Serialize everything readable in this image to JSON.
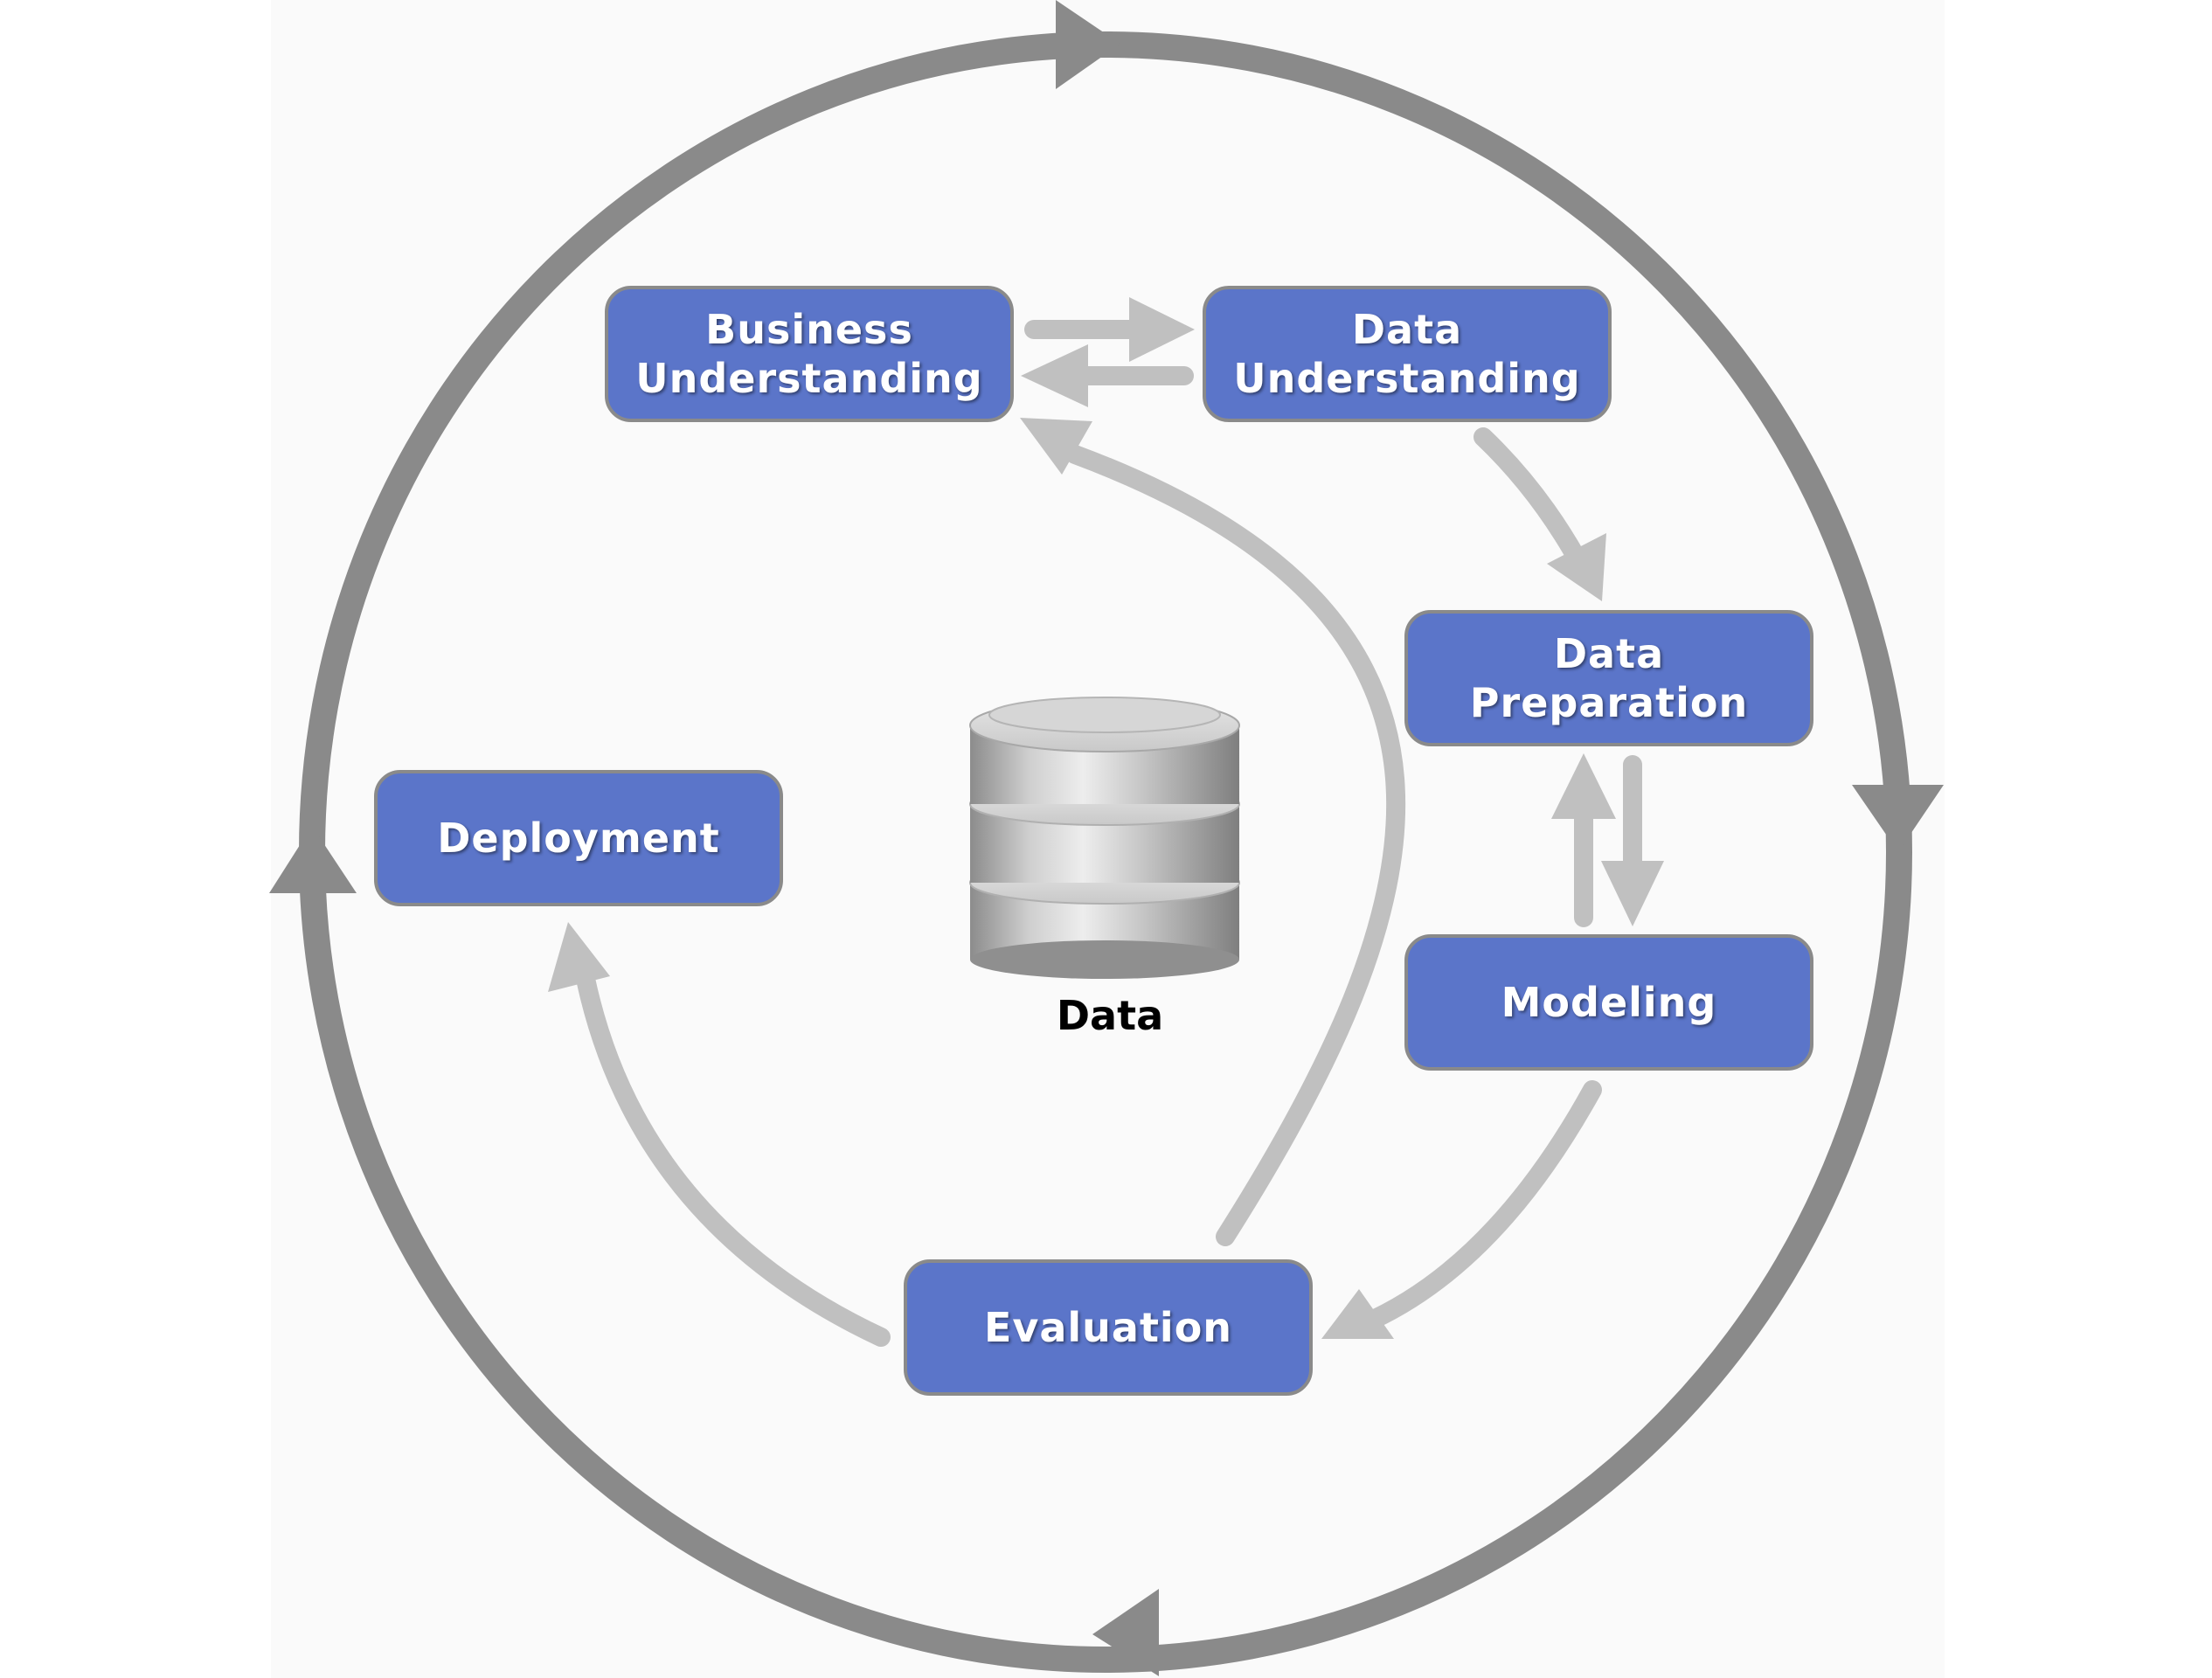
{
  "phases": {
    "business_understanding": "Business\nUnderstanding",
    "data_understanding": "Data\nUnderstanding",
    "data_preparation": "Data\nPreparation",
    "modeling": "Modeling",
    "evaluation": "Evaluation",
    "deployment": "Deployment"
  },
  "center": {
    "icon": "database-icon",
    "label": "Data"
  },
  "colors": {
    "phase_fill": "#5b75c9",
    "phase_border": "#8a8a8a",
    "outer_cycle": "#8a8a8a",
    "inner_arrows": "#c0c0c0"
  }
}
